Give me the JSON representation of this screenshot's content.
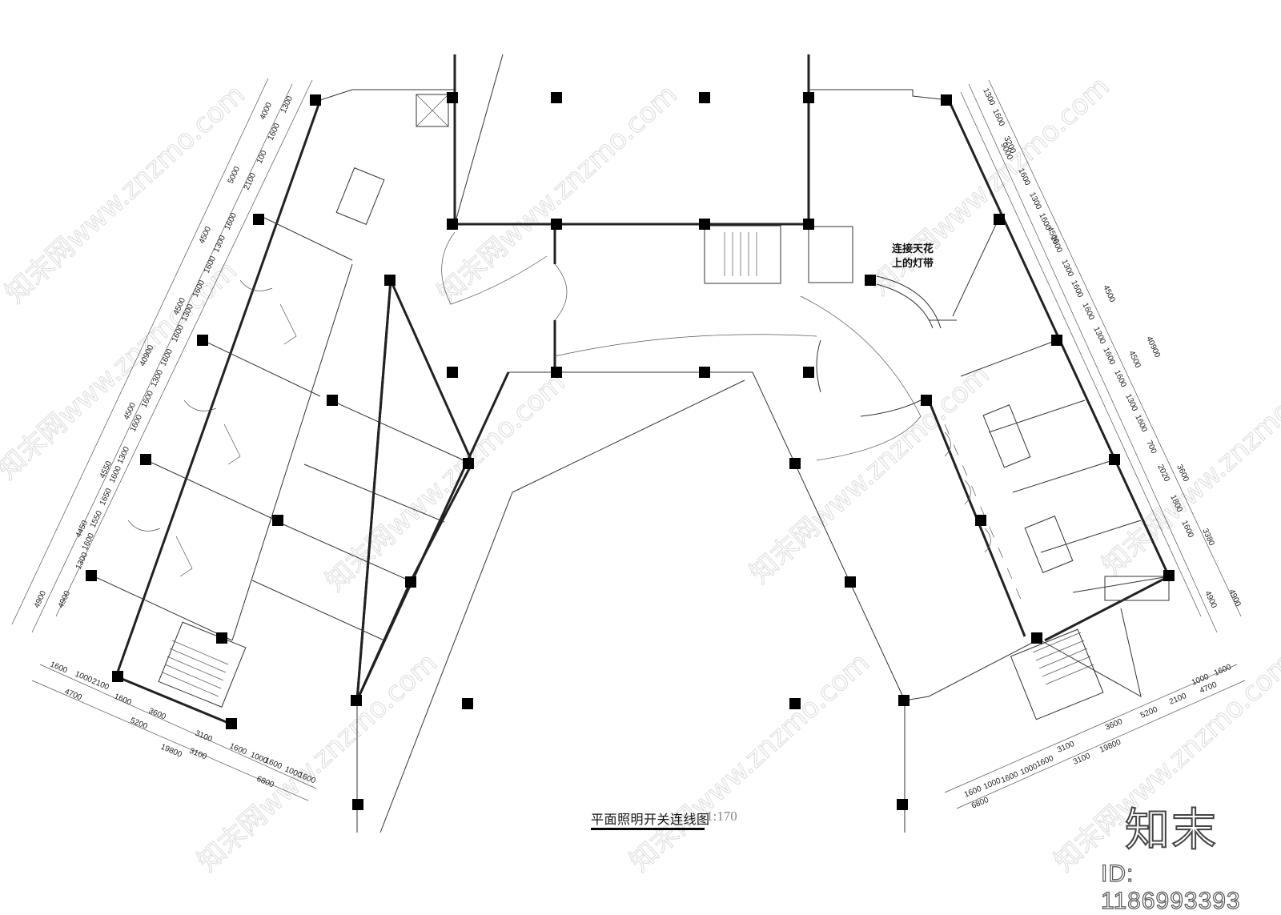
{
  "drawing": {
    "title": "平面照明开关连线图",
    "scale": "1:170",
    "annotation_lines": [
      "连接天花",
      "上的灯带"
    ]
  },
  "branding": {
    "logo_text": "知末",
    "image_id": "ID: 1186993393",
    "watermark_text": "知末网www.znzmo.com"
  },
  "dimensions": {
    "left_outer": [
      "4900",
      "4450",
      "4550",
      "4500",
      "4500",
      "4500",
      "5000",
      "4000"
    ],
    "left_total": "40900",
    "left_inner": [
      "4900",
      "1300",
      "1600",
      "1550",
      "1650",
      "1600",
      "1300",
      "1600",
      "1600",
      "1300",
      "1600",
      "1600",
      "1300",
      "1600",
      "1600",
      "1300",
      "1600",
      "2100",
      "100",
      "1600",
      "1300"
    ],
    "left_bottom_row1": [
      "1600",
      "1000",
      "2100"
    ],
    "left_bottom_row2": [
      "4700"
    ],
    "left_bottom_row3": [
      "1600",
      "3600"
    ],
    "left_bottom_row4": [
      "5200",
      "3100"
    ],
    "left_bottom_row5": [
      "19800",
      "3100",
      "1600",
      "1000",
      "1600",
      "1000",
      "1600"
    ],
    "left_bottom_row6": [
      "6800"
    ],
    "right_outer": [
      "9000",
      "4500",
      "4500",
      "4500",
      "3600",
      "3380",
      "4900"
    ],
    "right_total": "40900",
    "right_inner": [
      "1300",
      "1600",
      "3200",
      "1600",
      "1300",
      "1600",
      "1600",
      "1300",
      "1600",
      "1600",
      "1300",
      "1600",
      "1600",
      "1300",
      "1600",
      "700",
      "2020",
      "1800",
      "1600",
      "4900"
    ],
    "right_bottom_row1": [
      "1000",
      "1600"
    ],
    "right_bottom_row2": [
      "2100",
      "4700"
    ],
    "right_bottom_row3": [
      "3600",
      "5200"
    ],
    "right_bottom_row4": [
      "3100",
      "3100",
      "19800"
    ],
    "right_bottom_row5": [
      "1600",
      "1000",
      "1600",
      "1000",
      "1600"
    ],
    "right_bottom_row6": [
      "6800"
    ]
  }
}
